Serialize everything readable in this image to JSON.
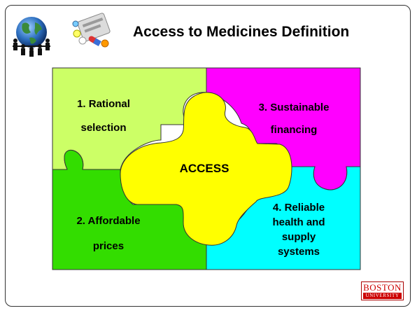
{
  "title": "Access to Medicines Definition",
  "pieces": {
    "center": "ACCESS",
    "top_left": [
      "1. Rational",
      "selection"
    ],
    "top_right": [
      "3. Sustainable",
      "financing"
    ],
    "bottom_left": [
      "2. Affordable",
      "prices"
    ],
    "bottom_right": [
      "4. Reliable",
      "health and",
      "supply",
      "systems"
    ]
  },
  "colors": {
    "top_left": "#ccff66",
    "top_right": "#ff00ff",
    "bottom_left": "#33dd00",
    "bottom_right": "#00ffff",
    "center": "#ffff00"
  },
  "logo": {
    "line1": "BOSTON",
    "line2": "UNIVERSITY"
  },
  "icons": [
    "globe-people-icon",
    "pills-icon"
  ]
}
